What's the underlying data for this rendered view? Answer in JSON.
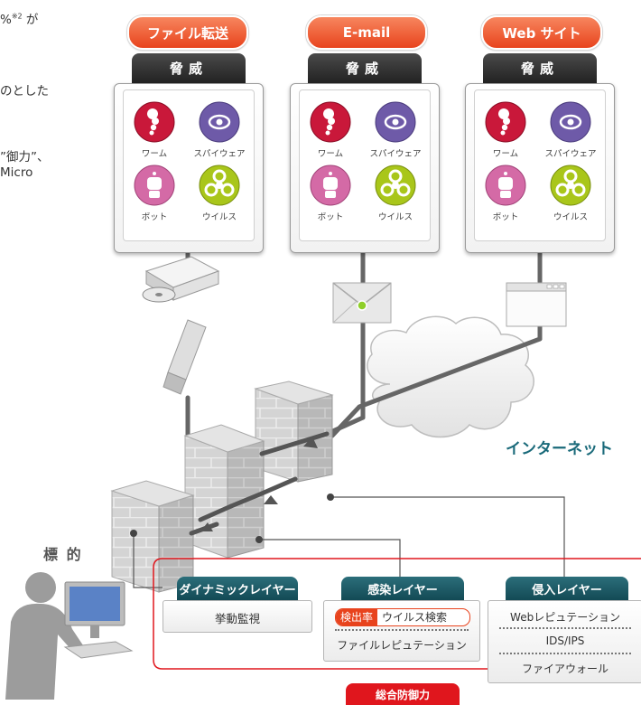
{
  "side_text": {
    "line1": "%",
    "line1_sup": "※2",
    "line1_tail": " が",
    "line2": "のとした",
    "line3": "”御力”、",
    "line4": "Micro"
  },
  "sources": [
    {
      "label": "ファイル転送",
      "threat_tab": "脅威"
    },
    {
      "label": "E-mail",
      "threat_tab": "脅威"
    },
    {
      "label": "Web サイト",
      "threat_tab": "脅威"
    }
  ],
  "threats": {
    "worm": "ワーム",
    "spyware": "スパイウェア",
    "bot": "ボット",
    "virus": "ウイルス"
  },
  "internet_label": "インターネット",
  "target_label": "標 的",
  "layers": {
    "dynamic": {
      "title": "ダイナミックレイヤー",
      "items": [
        "挙動監視"
      ]
    },
    "infection": {
      "title": "感染レイヤー",
      "badge": "検出率",
      "badge_item": "ウイルス検索",
      "items": [
        "ファイルレピュテーション"
      ]
    },
    "intrusion": {
      "title": "侵入レイヤー",
      "items": [
        "Webレピュテーション",
        "IDS/IPS",
        "ファイアウォール"
      ]
    }
  },
  "total_defense_label": "総合防御力",
  "colors": {
    "accent_orange": "#e8431d",
    "layer_teal": "#1b5a66",
    "defense_red": "#e0161d",
    "internet_teal": "#1a6a7a"
  }
}
